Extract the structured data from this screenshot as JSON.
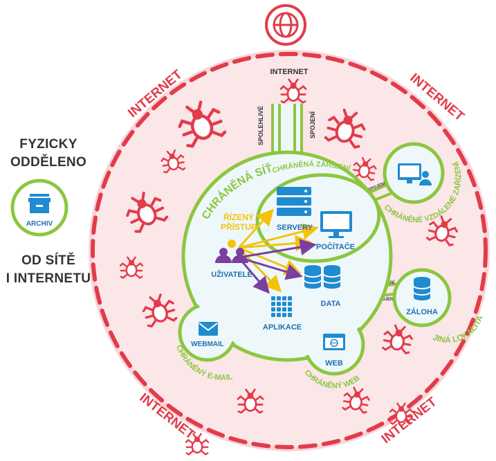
{
  "colors": {
    "internet": "#e23b4a",
    "internet_fill": "#fbe6e8",
    "internet_ring": "#f6c9cd",
    "network": "#8cc63f",
    "network_fill": "#eef8fb",
    "blue": "#1f8bd0",
    "label_blue": "#1f6fb0",
    "yellow": "#f4c20d",
    "purple": "#7b3fa0",
    "dark": "#333333"
  },
  "internet": {
    "label_top": "INTERNET",
    "label_corner": "INTERNET"
  },
  "connections": {
    "spolehlive": "SPOLEHLIVÉ",
    "spojeni": "SPOJENÍ",
    "small": "SPOJENÍ"
  },
  "network": {
    "title": "CHRÁNĚNÁ SÍŤ",
    "access": "ŘÍZENÝ PŘÍSTUP",
    "devices_title": "CHRÁNĚNÁ ZAŘÍZENÍ",
    "users": "UŽIVATELÉ",
    "servers": "SERVERY",
    "computers": "POČÍTAČE",
    "data": "DATA",
    "apps": "APLIKACE",
    "webmail": "WEBMAIL",
    "webmail_caption": "CHRÁNĚNÝ E-MAIL",
    "web": "WEB",
    "web_caption": "CHRÁNĚNÝ WEB",
    "remote_caption": "CHRÁNĚNÉ VZDÁLENÉ ZAŘÍZENÍ",
    "backup": "ZÁLOHA",
    "backup_caption": "JINÁ LOKALITA"
  },
  "offline": {
    "title_line1": "FYZICKY",
    "title_line2": "ODDĚLENO",
    "archive": "ARCHIV",
    "bottom_line1": "OD SÍTĚ",
    "bottom_line2": "I INTERNETU"
  },
  "icons": [
    "globe-icon",
    "bug-icon",
    "server-icon",
    "monitor-icon",
    "users-icon",
    "database-icon",
    "apps-grid-icon",
    "mail-icon",
    "web-browser-icon",
    "remote-computer-icon",
    "archive-box-icon"
  ]
}
